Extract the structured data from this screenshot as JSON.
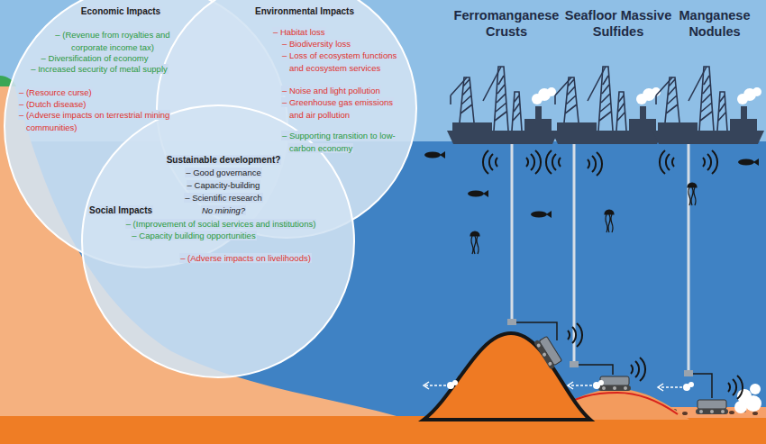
{
  "diagram": {
    "nodes": [
      {
        "text": [
          "Economic Impacts",
          "– (Revenue from royalties and corporate income tax)",
          "– Diversification of economy",
          "– Increased security of metal supply",
          "– (Resource curse)",
          "– (Dutch disease)",
          "– (Adverse impacts on terrestrial mining communities)"
        ]
      },
      {
        "text": [
          "Environmental Impacts",
          "– Habitat loss",
          "– Biodiversity loss",
          "– Loss of ecosystem functions and ecosystem services",
          "– Noise and light pollution",
          "– Greenhouse gas emissions and air pollution",
          "– Supporting transition to low-carbon economy"
        ]
      },
      {
        "text": [
          "Sustainable development?",
          "– Good governance",
          "– Capacity-building",
          "– Scientific research",
          "No mining?"
        ]
      },
      {
        "text": [
          "Social Impacts",
          "– (Improvement of social services and institutions)",
          "– Capacity building opportunities",
          "– (Adverse impacts on livelihoods)"
        ]
      }
    ],
    "labels": [
      "Ferromanganese Crusts",
      "Seafloor Massive Sulfides",
      "Manganese Nodules"
    ]
  }
}
